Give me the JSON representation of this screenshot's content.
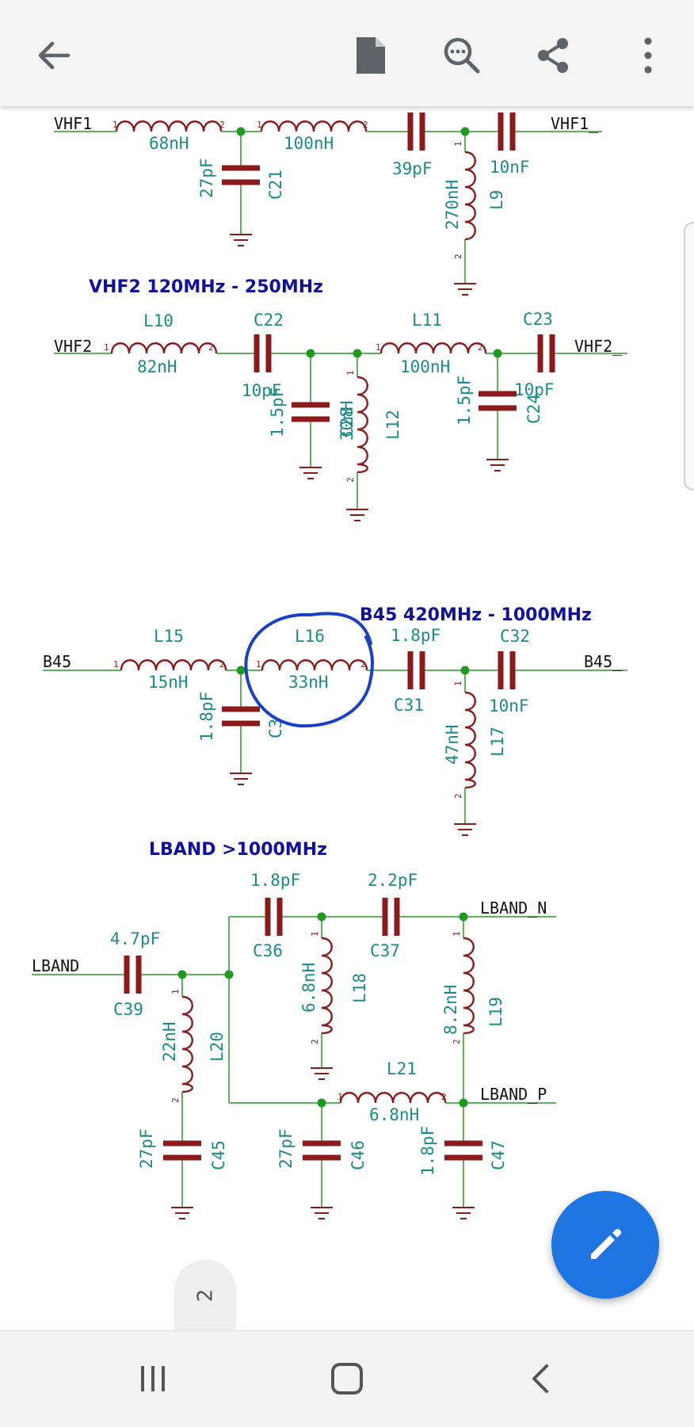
{
  "toolbar": {
    "back_icon": "arrow-left-icon",
    "document_icon": "document-icon",
    "search_icon": "search-icon",
    "share_icon": "share-icon",
    "more_icon": "more-vertical-icon"
  },
  "schematic": {
    "sections": {
      "vhf2": "VHF2 120MHz - 250MHz",
      "b45": "B45 420MHz - 1000MHz",
      "lband": "LBAND >1000MHz"
    },
    "nets": {
      "vhf1_in": "VHF1",
      "vhf1_out": "VHF1_",
      "vhf2_in": "VHF2",
      "vhf2_out": "VHF2_",
      "b45_in": "B45",
      "b45_out": "B45_",
      "lband_in": "LBAND",
      "lband_n": "LBAND_N",
      "lband_p": "LBAND_P"
    },
    "pin_1": "1",
    "pin_2": "2",
    "labels": {
      "vhf1_l1_val": "68nH",
      "vhf1_l2_val": "100nH",
      "c21_val": "27pF",
      "c21_ref": "C21",
      "vhf1_cser_val": "39pF",
      "vhf1_cout_val": "10nF",
      "l9_val": "270nH",
      "l9_ref": "L9",
      "l10_ref": "L10",
      "l10_val": "82nH",
      "c22_ref": "C22",
      "c22_val": "10pF",
      "vhf2_csh_val": "1.5pF",
      "vhf2_csh_ref": "C28",
      "l12_val": "30nH",
      "l12_ref": "L12",
      "l11_ref": "L11",
      "l11_val": "100nH",
      "c23_ref": "C23",
      "c23_val": "10pF",
      "c24_val": "1.5pF",
      "c24_ref": "C24",
      "l15_ref": "L15",
      "l15_val": "15nH",
      "l16_ref": "L16",
      "l16_val": "33nH",
      "c31_val": "1.8pF",
      "c31_ref": "C31",
      "c32_ref": "C32",
      "c32_val": "10nF",
      "c33_val": "1.8pF",
      "c33_ref": "C3",
      "l17_val": "47nH",
      "l17_ref": "L17",
      "c36_val": "1.8pF",
      "c36_ref": "C36",
      "c37_val": "2.2pF",
      "c37_ref": "C37",
      "c39_val": "4.7pF",
      "c39_ref": "C39",
      "l18_val": "6.8nH",
      "l18_ref": "L18",
      "l19_val": "8.2nH",
      "l19_ref": "L19",
      "l20_val": "22nH",
      "l20_ref": "L20",
      "l21_ref": "L21",
      "l21_val": "6.8nH",
      "c45_val": "27pF",
      "c45_ref": "C45",
      "c46_val": "27pF",
      "c46_ref": "C46",
      "c47_val": "1.8pF",
      "c47_ref": "C47"
    }
  },
  "page_indicator": "2",
  "fab": {
    "icon": "pencil-icon"
  },
  "navbar": {
    "recents_icon": "recents-icon",
    "home_icon": "home-icon",
    "back_icon": "chevron-left-icon"
  }
}
